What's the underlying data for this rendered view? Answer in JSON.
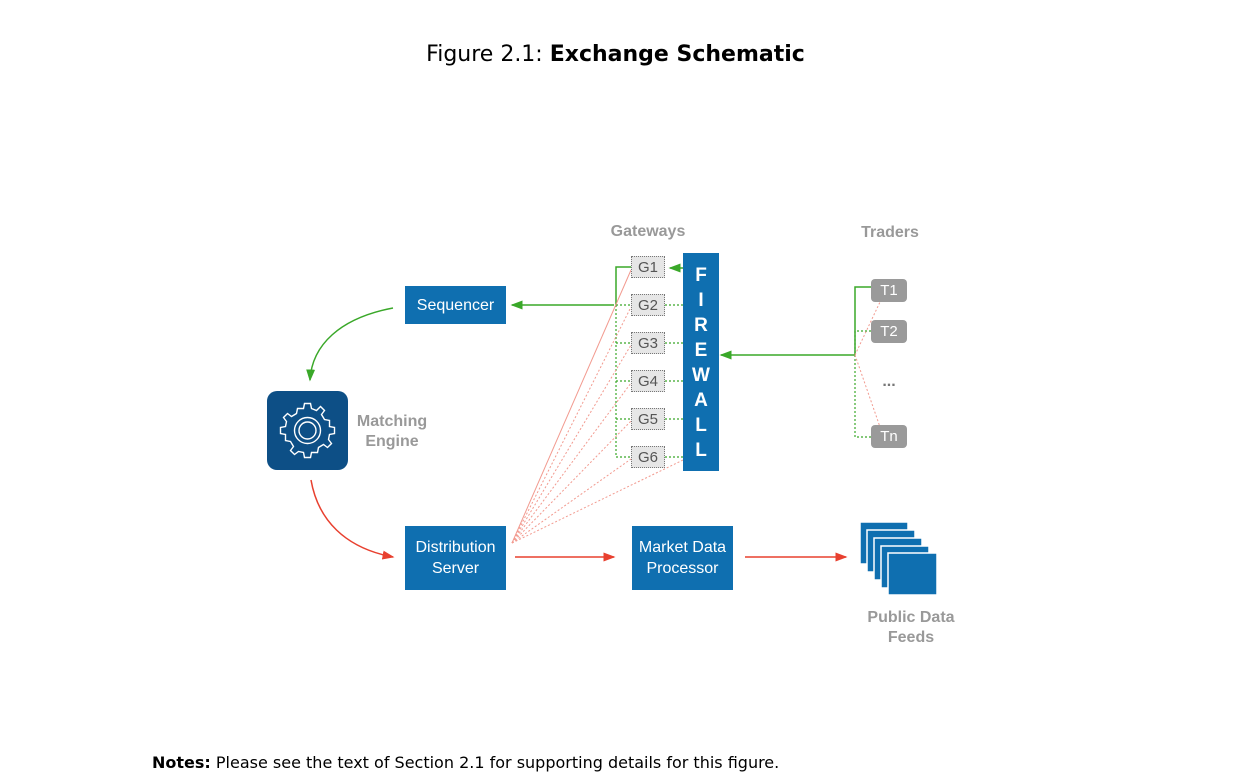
{
  "title": {
    "prefix": "Figure 2.1:",
    "bold": "Exchange Schematic"
  },
  "labels": {
    "gateways": "Gateways",
    "traders": "Traders",
    "matching_engine_line1": "Matching",
    "matching_engine_line2": "Engine",
    "public_feeds_line1": "Public Data",
    "public_feeds_line2": "Feeds"
  },
  "boxes": {
    "sequencer": "Sequencer",
    "distribution_line1": "Distribution",
    "distribution_line2": "Server",
    "market_line1": "Market Data",
    "market_line2": "Processor"
  },
  "gateways": [
    "G1",
    "G2",
    "G3",
    "G4",
    "G5",
    "G6"
  ],
  "firewall_letters": [
    "F",
    "I",
    "R",
    "E",
    "W",
    "A",
    "L",
    "L"
  ],
  "traders": {
    "t1": "T1",
    "t2": "T2",
    "ellipsis": "...",
    "tn": "Tn"
  },
  "notes": {
    "label": "Notes:",
    "text": "Please see the text of Section 2.1 for supporting details for this figure."
  },
  "colors": {
    "box_blue": "#0f6fb0",
    "engine_blue": "#0d4f86",
    "green": "#3aa829",
    "red": "#e8402f",
    "gray_label": "#999999"
  },
  "icons": {
    "engine": "gear-icon",
    "feeds": "stacked-documents-icon"
  }
}
